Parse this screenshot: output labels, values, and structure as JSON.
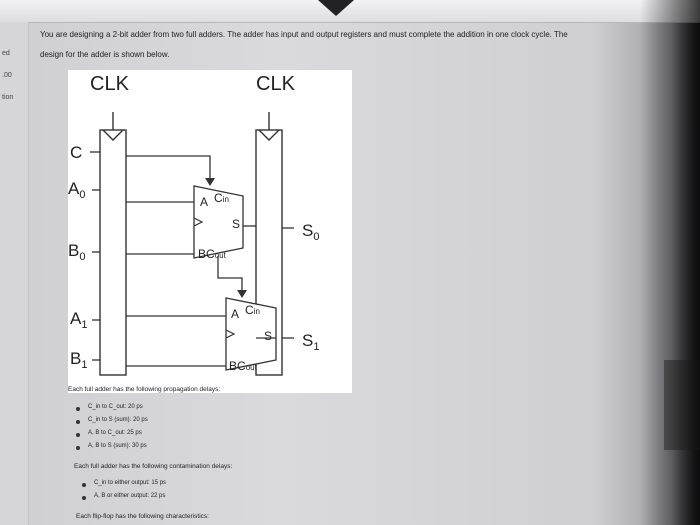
{
  "sidebar": {
    "items": [
      "ed",
      ".00",
      "tion"
    ]
  },
  "intro": {
    "line1": "You are designing a 2-bit adder from two full adders. The adder has input and output registers and must complete the addition in one clock cycle. The",
    "line2": "design for the adder is shown below."
  },
  "figure": {
    "clk_left": "CLK",
    "clk_right": "CLK",
    "inputs": [
      "C",
      "A",
      "0",
      "B",
      "0",
      "A",
      "1",
      "B",
      "1"
    ],
    "outputs": [
      "S",
      "0",
      "S",
      "1"
    ],
    "adder_labels": [
      "A",
      "C",
      "in",
      "S",
      "B",
      "C",
      "out"
    ]
  },
  "propagation": {
    "heading": "Each full adder has the following propagation delays:",
    "items": [
      "C_in to C_out: 20 ps",
      "C_in to S (sum): 20 ps",
      "A, B to C_out: 25 ps",
      "A, B to S (sum): 30 ps"
    ]
  },
  "contamination": {
    "heading": "Each full adder has the following contamination delays:",
    "items": [
      "C_in to either output: 15 ps",
      "A, B or either output: 22 ps"
    ]
  },
  "flipflop": {
    "heading": "Each flip-flop has the following characteristics:"
  },
  "colors": {
    "background": "#d8d8db",
    "figure_bg": "#ffffff",
    "text": "#222222"
  }
}
